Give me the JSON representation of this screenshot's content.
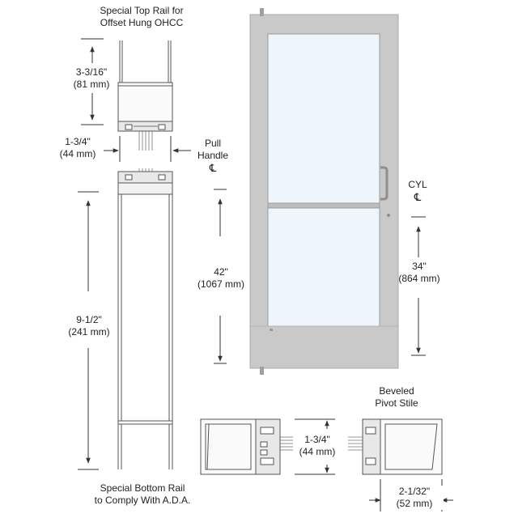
{
  "labels": {
    "top_rail_line1": "Special Top Rail for",
    "top_rail_line2": "Offset Hung OHCC",
    "dim_top_rail_in": "3-3/16\"",
    "dim_top_rail_mm": "(81 mm)",
    "dim_depth_left_in": "1-3/4\"",
    "dim_depth_left_mm": "(44 mm)",
    "dim_bottom_rail_in": "9-1/2\"",
    "dim_bottom_rail_mm": "(241 mm)",
    "bottom_rail_line1": "Special Bottom Rail",
    "bottom_rail_line2": "to Comply With A.D.A.",
    "pull_handle_line1": "Pull",
    "pull_handle_line2": "Handle",
    "centerline_symbol": "℄",
    "dim_pull_in": "42\"",
    "dim_pull_mm": "(1067 mm)",
    "cyl_label": "CYL",
    "dim_cyl_in": "34\"",
    "dim_cyl_mm": "(864 mm)",
    "beveled_line1": "Beveled",
    "beveled_line2": "Pivot Stile",
    "dim_depth_mid_in": "1-3/4\"",
    "dim_depth_mid_mm": "(44 mm)",
    "dim_stile_in": "2-1/32\"",
    "dim_stile_mm": "(52 mm)"
  },
  "colors": {
    "frame": "#c9c9c9",
    "frame_edge": "#a9a9a9",
    "glass": "#eef6fc",
    "line": "#333333"
  }
}
